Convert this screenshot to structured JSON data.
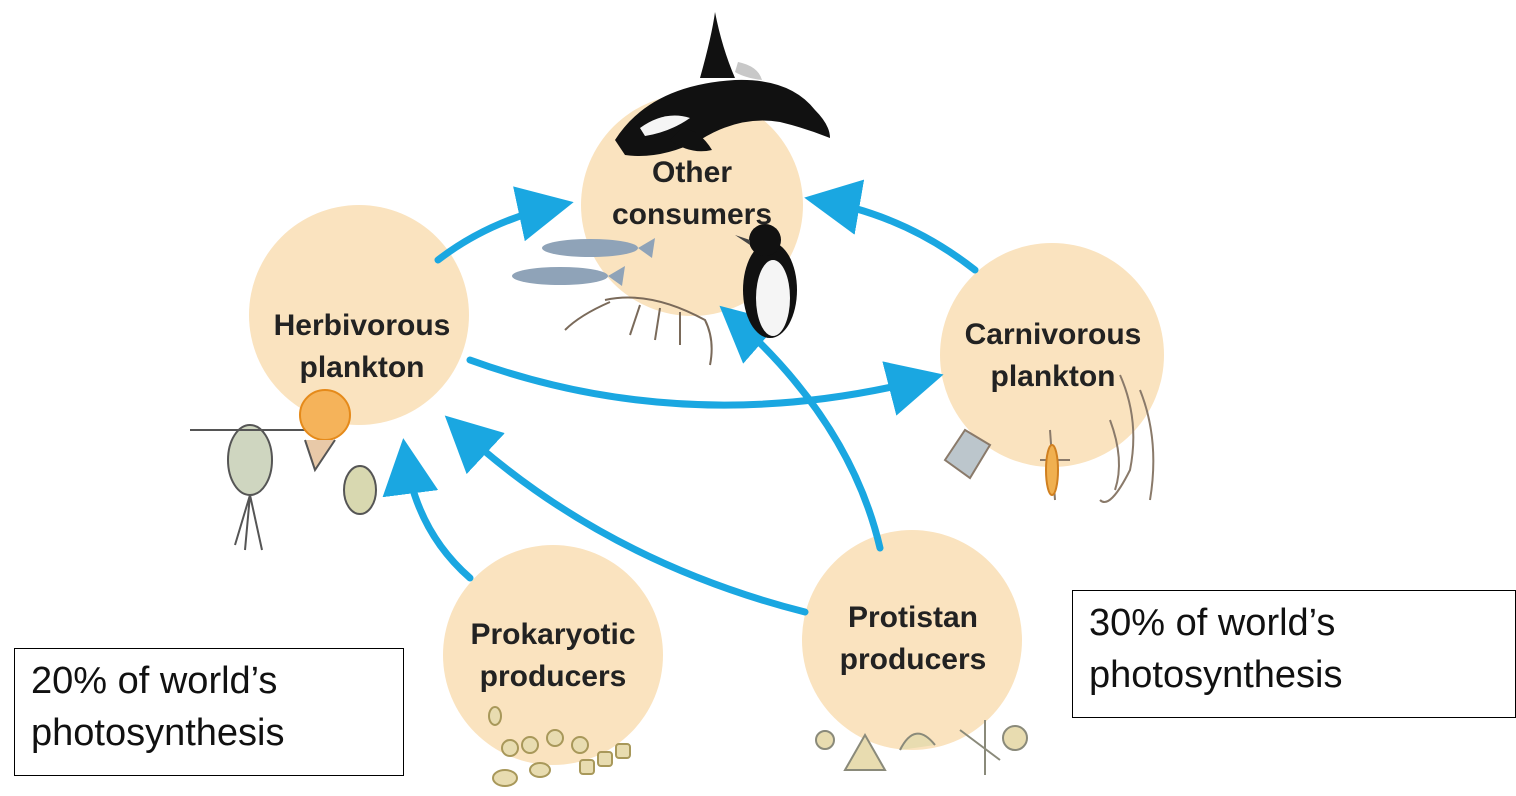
{
  "nodes": {
    "other_consumers": {
      "label": "Other\nconsumers"
    },
    "herbivorous_plankton": {
      "label": "Herbivorous\nplankton"
    },
    "carnivorous_plankton": {
      "label": "Carnivorous\nplankton"
    },
    "prokaryotic_producers": {
      "label": "Prokaryotic\nproducers"
    },
    "protistan_producers": {
      "label": "Protistan\nproducers"
    }
  },
  "notes": {
    "left": "20% of world’s\nphotosynthesis",
    "right": "30% of world’s\nphotosynthesis"
  },
  "colors": {
    "node_fill": "#fae3bf",
    "arrow": "#1aa7e1"
  }
}
